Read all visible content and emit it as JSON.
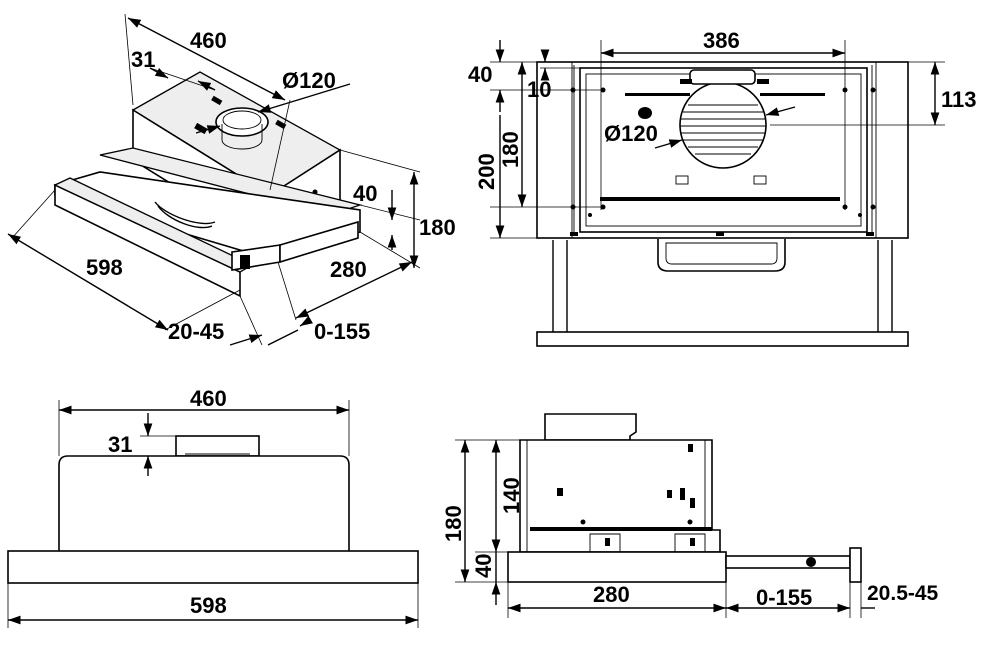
{
  "views": {
    "iso": {
      "dims": {
        "depth": "460",
        "collar_offset": "31",
        "diameter": "Ø120",
        "width": "598",
        "front_height": "40",
        "height": "180",
        "body_depth": "280",
        "front_panel": "20-45",
        "extension": "0-155"
      }
    },
    "top": {
      "dims": {
        "inner_width": "386",
        "offset_40": "40",
        "offset_10": "10",
        "height_180": "180",
        "height_200": "200",
        "diameter": "Ø120",
        "offset_113": "113"
      }
    },
    "front": {
      "dims": {
        "body_width": "460",
        "collar_offset": "31",
        "total_width": "598"
      }
    },
    "side": {
      "dims": {
        "total_height": "180",
        "body_height": "140",
        "base_height": "40",
        "depth": "280",
        "extension": "0-155",
        "front_panel": "20.5-45"
      }
    }
  }
}
